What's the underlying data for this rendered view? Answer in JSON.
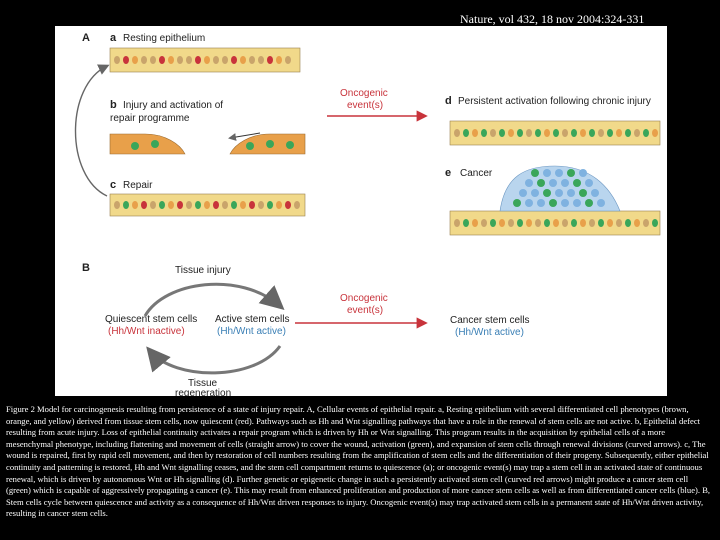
{
  "citation": "Nature, vol 432, 18 nov 2004:324-331",
  "panel_A": {
    "letter": "A",
    "a": {
      "letter": "a",
      "label": "Resting epithelium"
    },
    "b": {
      "letter": "b",
      "label_line1": "Injury and activation of",
      "label_line2": "repair programme"
    },
    "c": {
      "letter": "c",
      "label": "Repair"
    },
    "d": {
      "letter": "d",
      "label": "Persistent activation following chronic injury"
    },
    "e": {
      "letter": "e",
      "label": "Cancer"
    },
    "oncogenic_line1": "Oncogenic",
    "oncogenic_line2": "event(s)"
  },
  "panel_B": {
    "letter": "B",
    "tissue_injury": "Tissue injury",
    "quiescent_line1": "Quiescent stem cells",
    "quiescent_line2": "(Hh/Wnt inactive)",
    "active_line1": "Active stem cells",
    "active_line2": "(Hh/Wnt active)",
    "tissue_regen_line1": "Tissue",
    "tissue_regen_line2": "regeneration",
    "oncogenic_line1": "Oncogenic",
    "oncogenic_line2": "event(s)",
    "cancer_line1": "Cancer stem cells",
    "cancer_line2": "(Hh/Wnt active)"
  },
  "caption": {
    "text": "Figure 2 Model for carcinogenesis resulting from persistence of a state of injury repair. A, Cellular events of epithelial repair. a, Resting epithelium with several differentiated cell phenotypes (brown, orange, and yellow) derived from tissue stem cells, now quiescent (red). Pathways such as Hh and Wnt signalling pathways that have a role in the renewal of stem cells are not active. b, Epithelial defect resulting from acute injury. Loss of epithelial continuity activates a repair program which is driven by Hh or Wnt signalling. This program results in the acquisition by epithelial cells of a more mesenchymal phenotype, including flattening and movement of cells (straight arrow) to cover the wound, activation (green), and expansion of stem cells through renewal divisions (curved arrows). c, The wound is repaired, first by rapid cell movement, and then by restoration of cell numbers resulting from the amplification of stem cells and the differentiation of their progeny. Subsequently, either epithelial continuity and patterning is restored, Hh and Wnt signalling ceases, and the stem cell compartment returns to quiescence (a); or oncogenic event(s) may trap a stem cell in an activated state of continuous renewal, which is driven by autonomous Wnt or Hh signalling (d). Further genetic or epigenetic change in such a persistently activated stem cell (curved red arrows) might produce a cancer stem cell (green) which is capable of aggressively propagating a cancer (e). This may result from enhanced proliferation and production of more cancer stem cells as well as from differentiated cancer cells (blue). B, Stem cells cycle between quiescence and activity as a consequence of Hh/Wnt driven responses to injury. Oncogenic event(s) may trap activated stem cells in a permanent state of Hh/Wnt driven activity, resulting in cancer stem cells."
  },
  "colors": {
    "oncogenic": "#c8333b",
    "active_text": "#3a7fb5",
    "stem_inactive": "#c8333b",
    "stem_active": "#3aa65a",
    "cell_brown": "#c9a46b",
    "cell_orange": "#e8a04a",
    "cell_yellow": "#f1d98a",
    "cell_blue": "#7fb2e0"
  }
}
